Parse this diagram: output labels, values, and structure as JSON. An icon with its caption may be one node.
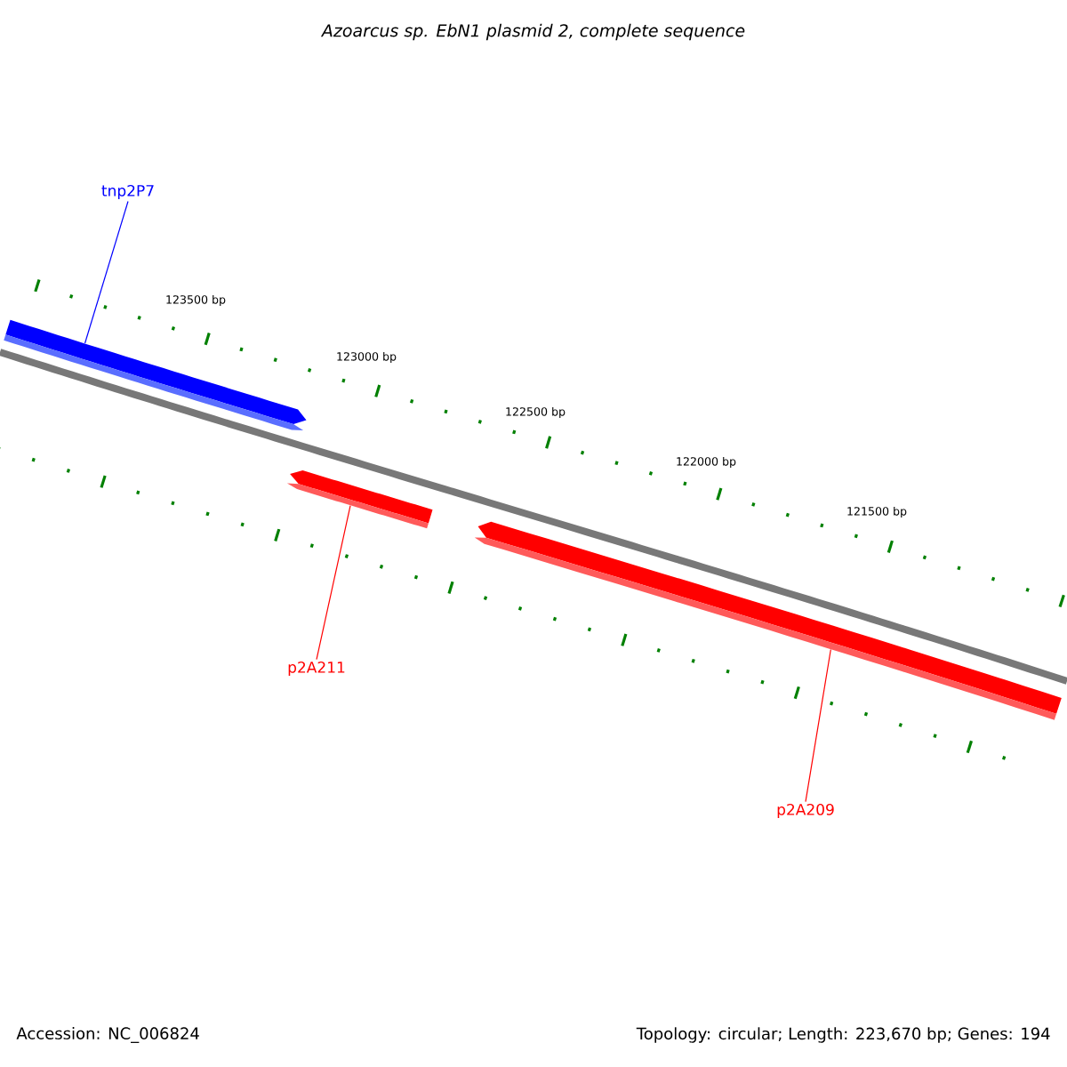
{
  "diagram": {
    "title": "Azoarcus sp. EbN1 plasmid 2, complete sequence",
    "nodes": [
      {
        "text": [
          "tnp2P7"
        ]
      },
      {
        "text": [],
        "shape": "bar"
      },
      {
        "text": [
          "p2A211"
        ]
      },
      {
        "text": [],
        "shape": "bar"
      },
      {
        "text": [
          "p2A209"
        ]
      },
      {
        "text": [],
        "shape": "bar"
      }
    ],
    "edges": [
      {
        "from": 0,
        "to": 1,
        "arrow": "none",
        "color": "#0000ff"
      },
      {
        "from": 2,
        "to": 3,
        "arrow": "none",
        "color": "#ff0000"
      },
      {
        "from": 4,
        "to": 5,
        "arrow": "none",
        "color": "#ff0000"
      }
    ],
    "labels": [
      "123500 bp",
      "123000 bp",
      "122500 bp",
      "122000 bp",
      "121500 bp",
      "Accession: NC_006824",
      "Topology: circular; Length: 223,670 bp; Genes: 194"
    ]
  }
}
